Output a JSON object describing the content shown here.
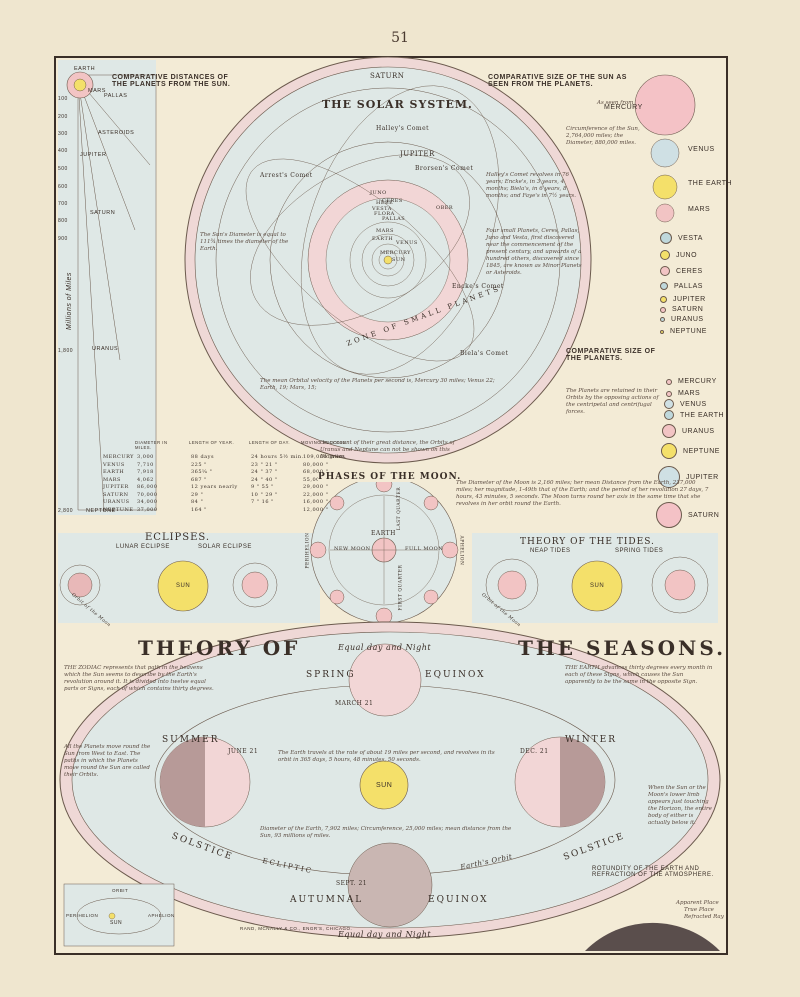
{
  "page_number": "51",
  "solar_system": {
    "title": "THE SOLAR SYSTEM.",
    "comets": [
      "Halley's Comet",
      "Brorsen's Comet",
      "Arrest's Comet",
      "Encke's Comet",
      "Biela's Comet"
    ],
    "orbit_labels": [
      "SATURN",
      "JUPITER",
      "CERES",
      "PALLAS",
      "JUNO",
      "VESTA",
      "FLORA",
      "HEBE",
      "MARS",
      "EARTH",
      "VENUS",
      "MERCURY",
      "SUN",
      "OBER"
    ],
    "zone_label": "ZONE OF SMALL PLANETS",
    "comet_note": "Halley's Comet revolves in 76 years; Encke's, in 3 years, 4 months; Biela's, in 6 years, 8 months; and Faye's in 7½ years.",
    "small_planets_note": "Four small Planets, Ceres, Pallas, Juno and Vesta, first discovered near the commencement of the present century, and upwards of a hundred others, discovered since 1845, are known as Minor Planets or Asteroids.",
    "sun_note": "The Sun's Diameter is equal to 111¾ times the diameter of the Earth.",
    "velocity_note": "The mean Orbital velocity of the Planets per second is, Mercury 30 miles; Venus 22; Earth, 19; Mars, 15;",
    "oberon_note": "On account of their great distance, the Orbits of Uranus and Neptune can not be shown on this Diagram."
  },
  "distances": {
    "title": "COMPARATIVE DISTANCES OF THE PLANETS FROM THE SUN.",
    "axis_label": "Millions of Miles",
    "ticks": [
      "100",
      "200",
      "300",
      "400",
      "500",
      "600",
      "700",
      "800",
      "900",
      "1,800",
      "2,800"
    ],
    "planets": [
      "EARTH",
      "MARS",
      "PALLAS",
      "ASTEROIDS",
      "JUPITER",
      "SATURN",
      "URANUS",
      "NEPTUNE"
    ]
  },
  "sun_sizes": {
    "title": "COMPARATIVE SIZE OF THE SUN AS SEEN FROM THE PLANETS.",
    "as_seen": "As seen from",
    "note": "Circumference of the Sun, 2,764,000 miles; the Diameter, 880,000 miles.",
    "items": [
      {
        "name": "MERCURY",
        "color": "#f4c2c6"
      },
      {
        "name": "VENUS",
        "color": "#cfe0e4"
      },
      {
        "name": "THE EARTH",
        "color": "#f4e06a"
      },
      {
        "name": "MARS",
        "color": "#f2c4c4"
      },
      {
        "name": "VESTA",
        "color": "#bfd8dc"
      },
      {
        "name": "JUNO",
        "color": "#f4e06a"
      },
      {
        "name": "CERES",
        "color": "#f2c4c4"
      },
      {
        "name": "PALLAS",
        "color": "#bfd8dc"
      },
      {
        "name": "JUPITER",
        "color": "#f4e06a"
      },
      {
        "name": "SATURN",
        "color": "#f2c4c4"
      },
      {
        "name": "URANUS",
        "color": "#bfd8dc"
      },
      {
        "name": "NEPTUNE",
        "color": "#f4e06a"
      }
    ]
  },
  "planet_sizes": {
    "title": "COMPARATIVE SIZE OF THE PLANETS.",
    "note": "The Planets are retained in their Orbits by the opposing actions of the centripetal and centrifugal forces.",
    "items": [
      {
        "name": "MERCURY",
        "color": "#f2c4c4"
      },
      {
        "name": "MARS",
        "color": "#f2c4c4"
      },
      {
        "name": "VENUS",
        "color": "#cfe0e4"
      },
      {
        "name": "THE EARTH",
        "color": "#bfd8dc"
      },
      {
        "name": "URANUS",
        "color": "#f2c4c4"
      },
      {
        "name": "NEPTUNE",
        "color": "#f4e06a"
      },
      {
        "name": "JUPITER",
        "color": "#cfe0e4"
      },
      {
        "name": "SATURN",
        "color": "#f4c2c6"
      }
    ]
  },
  "table": {
    "headers": [
      "DIAMETER IN MILES.",
      "LENGTH OF YEAR.",
      "LENGTH OF DAY.",
      "MOVING SUCCESS."
    ],
    "rows": [
      [
        "MERCURY",
        "3,000",
        "88 days",
        "24 hours 5½ min.",
        "109,000 miles"
      ],
      [
        "VENUS",
        "7,710",
        "225 \"",
        "23 \" 21 \"",
        "80,000 \""
      ],
      [
        "EARTH",
        "7,918",
        "365¼ \"",
        "24 \" 37 \"",
        "68,000 \""
      ],
      [
        "MARS",
        "4,062",
        "687 \"",
        "24 \" 40 \"",
        "55,000 \""
      ],
      [
        "JUPITER",
        "86,000",
        "12 years nearly",
        "9 \" 55 \"",
        "29,000 \""
      ],
      [
        "SATURN",
        "70,000",
        "29 \"",
        "10 \" 29 \"",
        "22,000 \""
      ],
      [
        "URANUS",
        "34,000",
        "84 \"",
        "7 \" 16 \"",
        "16,000 \""
      ],
      [
        "NEPTUNE",
        "37,000",
        "164 \"",
        "",
        "12,000 \""
      ]
    ]
  },
  "moon": {
    "title": "PHASES OF THE MOON.",
    "earth": "EARTH",
    "labels": [
      "NEW MOON",
      "FULL MOON",
      "FIRST QUARTER",
      "LAST QUARTER",
      "PERIHELION",
      "APHELION"
    ],
    "note": "The Diameter of the Moon is 2,160 miles; her mean Distance from the Earth, 237,000 miles; her magnitude, 1-49th that of the Earth; and the period of her revolution 27 days, 7 hours, 43 minutes, 5 seconds. The Moon turns round her axis in the same time that she revolves in her orbit round the Earth."
  },
  "eclipses": {
    "title": "ECLIPSES.",
    "lunar": "LUNAR ECLIPSE",
    "solar": "SOLAR ECLIPSE",
    "sun": "SUN",
    "orbit": "Orbit of the Moon"
  },
  "tides": {
    "title": "THEORY OF THE TIDES.",
    "neap": "NEAP TIDES",
    "spring": "SPRING TIDES",
    "sun": "SUN",
    "orbit": "Orbit of the Moon"
  },
  "seasons": {
    "title_left": "THEORY OF",
    "title_right": "THE SEASONS.",
    "equal_top": "Equal day and Night",
    "equal_bottom": "Equal day and Night",
    "spring": "SPRING",
    "equinox": "EQUINOX",
    "march": "MARCH 21",
    "summer": "SUMMER",
    "june": "JUNE 21",
    "winter": "WINTER",
    "dec": "DEC. 21",
    "solstice": "SOLSTICE",
    "autumnal": "AUTUMNAL",
    "sept": "SEPT. 21",
    "ecliptic": "ECLIPTIC",
    "earths_orbit": "Earth's Orbit",
    "sun": "SUN",
    "zodiac_note": "THE ZODIAC represents that path in the heavens which the Sun seems to describe by the Earth's revolution around it. It is divided into twelve equal parts or Signs, each of which contains thirty degrees.",
    "earth_note": "THE EARTH advances thirty degrees every month in each of these Signs, which causes the Sun apparently to be the same in the opposite Sign.",
    "velocity_note": "The Earth travels at the rate of about 19 miles per second, and revolves in its orbit in 365 days, 5 hours, 48 minutes, 50 seconds.",
    "diameter_note": "Diameter of the Earth, 7,902 miles; Circumference, 25,000 miles; mean distance from the Sun, 93 millions of miles.",
    "planets_note": "All the Planets move round the Sun from West to East. The paths in which the Planets move round the Sun are called their Orbits.",
    "moon_note": "When the Sun or the Moon's lower limb appears just touching the Horizon, the entire body of either is actually below it."
  },
  "perihelion": {
    "orbit": "ORBIT",
    "perihelion": "PERIHELION",
    "aphelion": "APHELION",
    "sun": "SUN"
  },
  "refraction": {
    "title": "ROTUNDITY OF THE EARTH AND REFRACTION OF THE ATMOSPHERE.",
    "apparent": "Apparent Place",
    "true_place": "True Place",
    "refracted": "Refracted Ray"
  },
  "footer": "RAND, MCNALLY & CO., ENGR'S, CHICAGO."
}
